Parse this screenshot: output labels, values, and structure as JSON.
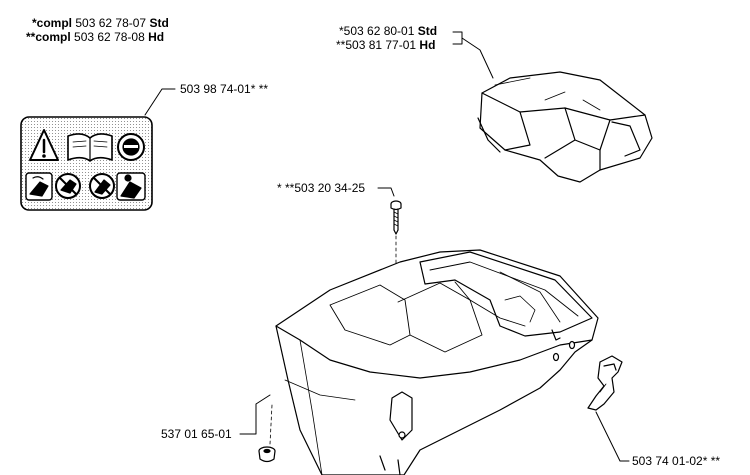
{
  "header": {
    "line1": {
      "prefix": "*compl",
      "number": "503 62 78-07",
      "variant": "Std"
    },
    "line2": {
      "prefix": "**compl",
      "number": "503 62 78-08",
      "variant": "Hd"
    }
  },
  "callouts": {
    "cover_std": {
      "number": "*503 62 80-01",
      "variant": "Std"
    },
    "cover_hd": {
      "number": "**503 81 77-01",
      "variant": "Hd"
    },
    "label": {
      "text": "503 98 74-01* **"
    },
    "screw": {
      "text": "* **503 20 34-25"
    },
    "grommet": {
      "text": "537 01 65-01"
    },
    "clip": {
      "text": "503 74 01-02* **"
    }
  }
}
